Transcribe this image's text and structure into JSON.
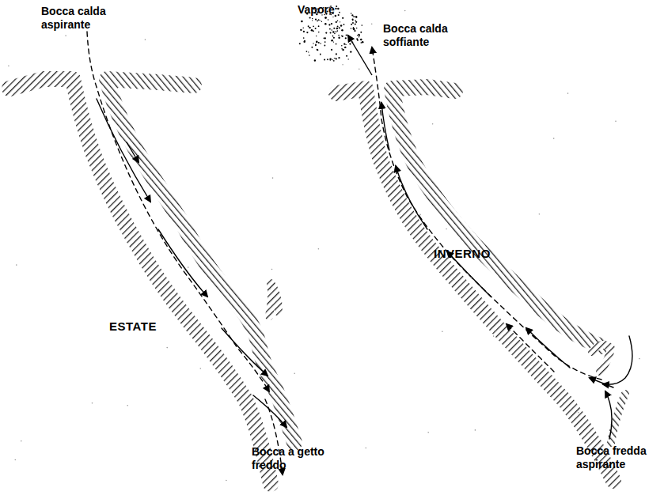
{
  "diagram": {
    "labels": [
      "Bocca calda aspirante",
      "ESTATE",
      "Bocca a getto freddo",
      "Vapore",
      "Bocca calda soffiante",
      "INVERNO",
      "Bocca fredda aspirante"
    ]
  }
}
